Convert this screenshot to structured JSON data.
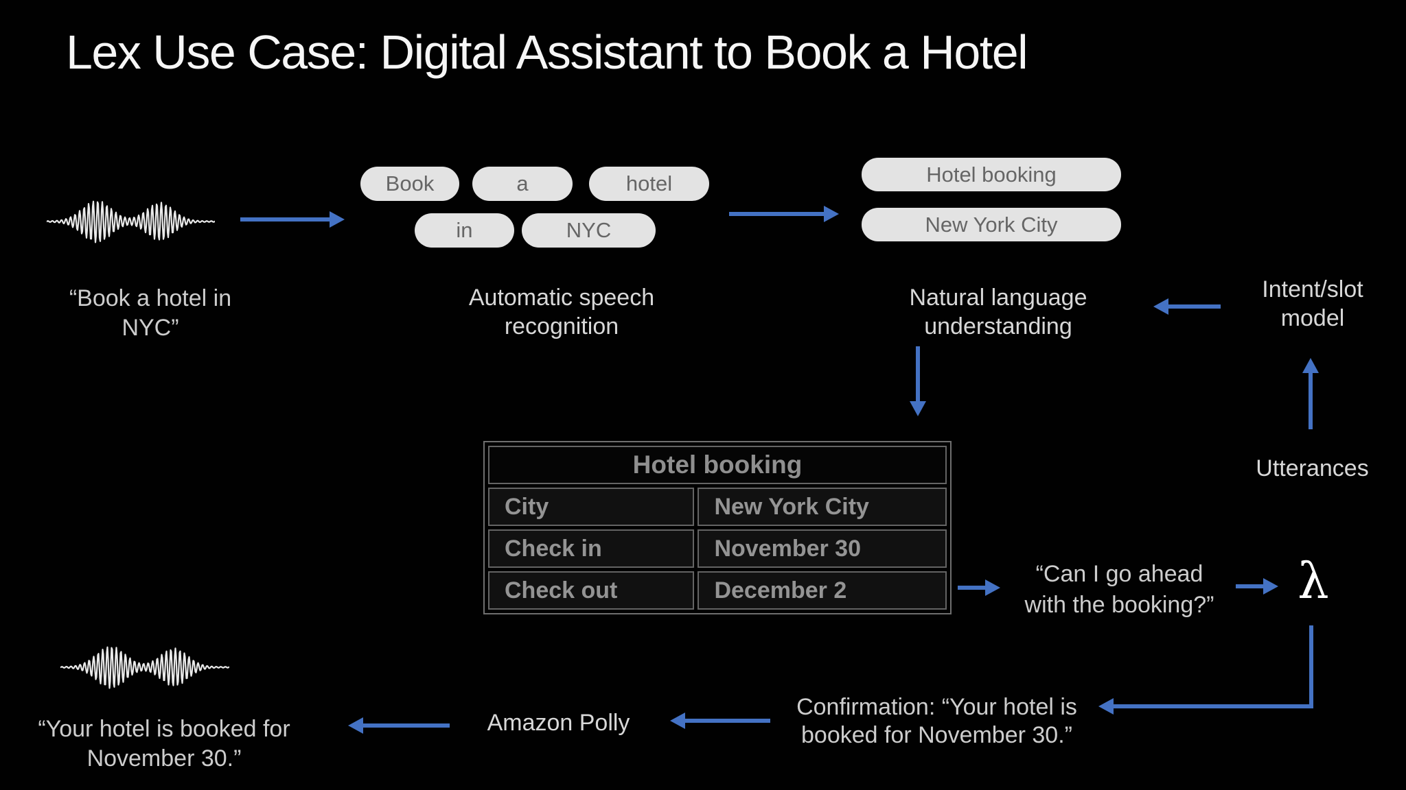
{
  "title": "Lex Use Case: Digital Assistant to Book a Hotel",
  "colors": {
    "background": "#010101",
    "arrow_blue": "#4472c4",
    "pill_bg": "#e3e3e3",
    "pill_text": "#666666",
    "table_border": "#6f6f6f",
    "table_text": "#949494",
    "quote_text": "#cdcdcd",
    "label_text": "#d8d8d8",
    "title_text": "#f6f6f6",
    "wave": "#eaeaea",
    "lambda": "#ffffff"
  },
  "voice_input": {
    "quote_line1": "“Book a hotel in",
    "quote_line2": "NYC”"
  },
  "asr": {
    "label": "Automatic speech recognition",
    "tokens_row1": [
      "Book",
      "a",
      "hotel"
    ],
    "tokens_row2": [
      "in",
      "NYC"
    ]
  },
  "nlu": {
    "label": "Natural language understanding",
    "intent_chip": "Hotel booking",
    "slot_chip": "New York City"
  },
  "intent_model": {
    "name_line1": "Intent/slot",
    "name_line2": "model",
    "training_label": "Utterances"
  },
  "booking_form": {
    "title": "Hotel booking",
    "rows": [
      {
        "field": "City",
        "value": "New York City"
      },
      {
        "field": "Check in",
        "value": "November 30"
      },
      {
        "field": "Check out",
        "value": "December 2"
      }
    ]
  },
  "fulfillment": {
    "prompt_line1": "“Can I go ahead",
    "prompt_line2": "with the booking?”",
    "lambda_symbol": "λ"
  },
  "response": {
    "confirmation_line1": "Confirmation: “Your hotel is",
    "confirmation_line2": "booked for November 30.”",
    "tts_label": "Amazon Polly",
    "output_line1": "“Your hotel is booked for",
    "output_line2": "November 30.”"
  }
}
